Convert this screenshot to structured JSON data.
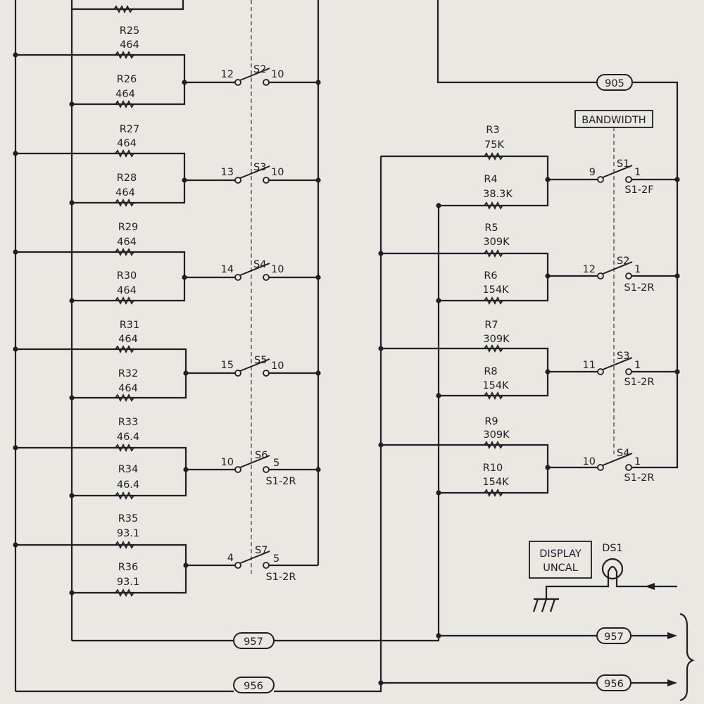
{
  "left_bank": {
    "rows": [
      {
        "ra_name": "R25",
        "ra_value": "464",
        "rb_name": "R26",
        "rb_value": "464",
        "switch_name": "S2",
        "pin_in": "12",
        "pin_out": "10",
        "sub_label": ""
      },
      {
        "ra_name": "R27",
        "ra_value": "464",
        "rb_name": "R28",
        "rb_value": "464",
        "switch_name": "S3",
        "pin_in": "13",
        "pin_out": "10",
        "sub_label": ""
      },
      {
        "ra_name": "R29",
        "ra_value": "464",
        "rb_name": "R30",
        "rb_value": "464",
        "switch_name": "S4",
        "pin_in": "14",
        "pin_out": "10",
        "sub_label": ""
      },
      {
        "ra_name": "R31",
        "ra_value": "464",
        "rb_name": "R32",
        "rb_value": "464",
        "switch_name": "S5",
        "pin_in": "15",
        "pin_out": "10",
        "sub_label": ""
      },
      {
        "ra_name": "R33",
        "ra_value": "46.4",
        "rb_name": "R34",
        "rb_value": "46.4",
        "switch_name": "S6",
        "pin_in": "10",
        "pin_out": "5",
        "sub_label": "S1-2R"
      },
      {
        "ra_name": "R35",
        "ra_value": "93.1",
        "rb_name": "R36",
        "rb_value": "93.1",
        "switch_name": "S7",
        "pin_in": "4",
        "pin_out": "5",
        "sub_label": "S1-2R"
      }
    ]
  },
  "right_bank": {
    "title": "BANDWIDTH",
    "rows": [
      {
        "ra_name": "R3",
        "ra_value": "75K",
        "rb_name": "R4",
        "rb_value": "38.3K",
        "switch_name": "S1",
        "pin_in": "9",
        "pin_out": "1",
        "sub_label": "S1-2F"
      },
      {
        "ra_name": "R5",
        "ra_value": "309K",
        "rb_name": "R6",
        "rb_value": "154K",
        "switch_name": "S2",
        "pin_in": "12",
        "pin_out": "1",
        "sub_label": "S1-2R"
      },
      {
        "ra_name": "R7",
        "ra_value": "309K",
        "rb_name": "R8",
        "rb_value": "154K",
        "switch_name": "S3",
        "pin_in": "11",
        "pin_out": "1",
        "sub_label": "S1-2R"
      },
      {
        "ra_name": "R9",
        "ra_value": "309K",
        "rb_name": "R10",
        "rb_value": "154K",
        "switch_name": "S4",
        "pin_in": "10",
        "pin_out": "1",
        "sub_label": "S1-2R"
      }
    ]
  },
  "connectors": {
    "top": "905",
    "bus_957_left": "957",
    "bus_957_right": "957",
    "bus_956_left": "956",
    "bus_956_right": "956"
  },
  "display": {
    "label_line1": "DISPLAY",
    "label_line2": "UNCAL",
    "lamp": "DS1"
  }
}
